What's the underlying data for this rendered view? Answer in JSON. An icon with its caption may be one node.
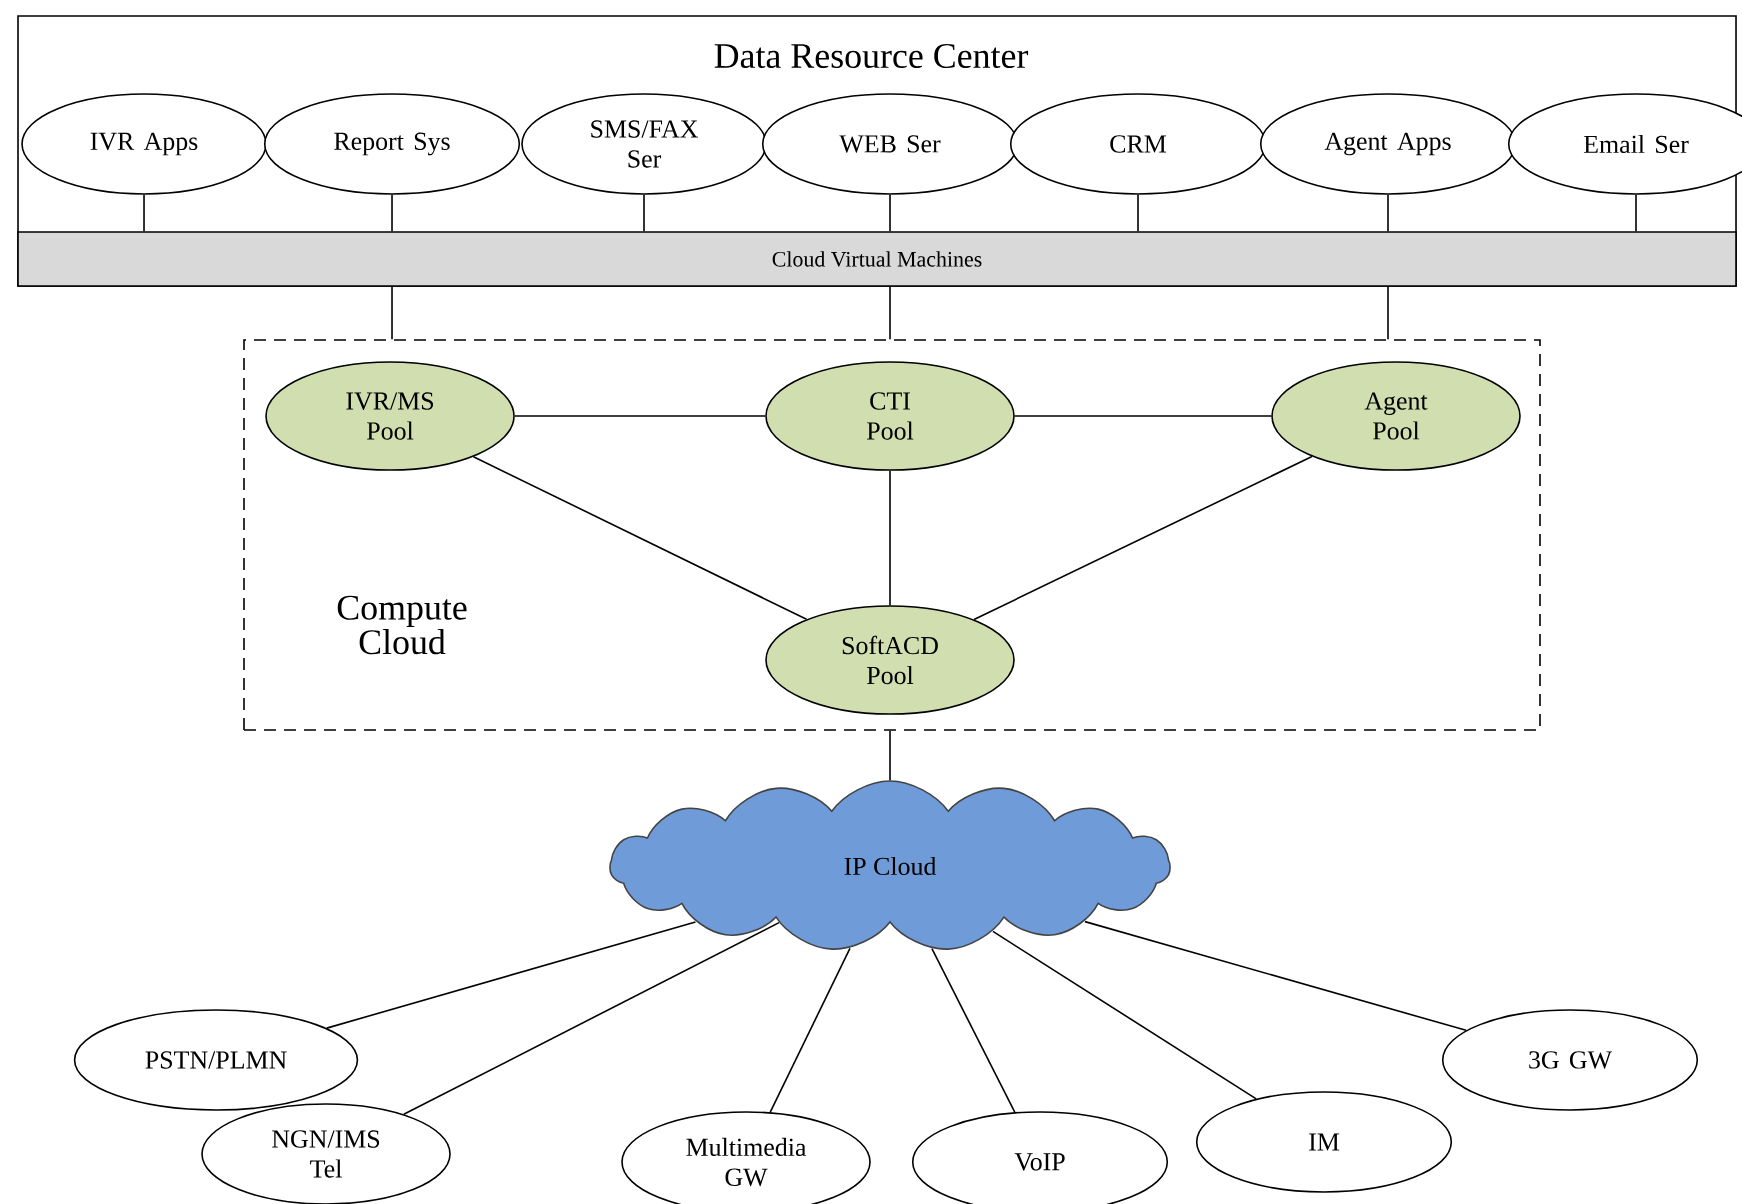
{
  "diagram": {
    "nodes": [
      {
        "text": [
          "Data Resource Center"
        ]
      },
      {
        "text": [
          "IVR Apps"
        ],
        "in": 0
      },
      {
        "text": [
          "Report Sys"
        ],
        "in": 0
      },
      {
        "text": [
          "SMS/FAX Ser"
        ],
        "in": 0
      },
      {
        "text": [
          "WEB Ser"
        ],
        "in": 0
      },
      {
        "text": [
          "CRM"
        ],
        "in": 0
      },
      {
        "text": [
          "Agent Apps"
        ],
        "in": 0
      },
      {
        "text": [
          "Email Ser"
        ],
        "in": 0
      },
      {
        "text": [
          "Cloud Virtual Machines"
        ],
        "in": 0
      },
      {
        "text": [
          "Compute Cloud"
        ]
      },
      {
        "text": [
          "IVR/MS Pool"
        ],
        "in": 9
      },
      {
        "text": [
          "CTI Pool"
        ],
        "in": 9
      },
      {
        "text": [
          "Agent Pool"
        ],
        "in": 9
      },
      {
        "text": [
          "SoftACD Pool"
        ],
        "in": 9
      },
      {
        "text": [
          "IP Cloud"
        ]
      },
      {
        "text": [
          "PSTN/PLMN"
        ]
      },
      {
        "text": [
          "NGN/IMS Tel"
        ]
      },
      {
        "text": [
          "Multimedia GW"
        ]
      },
      {
        "text": [
          "VoIP"
        ]
      },
      {
        "text": [
          "IM"
        ]
      },
      {
        "text": [
          "3G GW"
        ]
      }
    ],
    "edges": [
      {
        "from": 1,
        "to": 8,
        "arrow": "none"
      },
      {
        "from": 2,
        "to": 8,
        "arrow": "none"
      },
      {
        "from": 3,
        "to": 8,
        "arrow": "none"
      },
      {
        "from": 4,
        "to": 8,
        "arrow": "none"
      },
      {
        "from": 5,
        "to": 8,
        "arrow": "none"
      },
      {
        "from": 6,
        "to": 8,
        "arrow": "none"
      },
      {
        "from": 7,
        "to": 8,
        "arrow": "none"
      },
      {
        "from": 8,
        "to": 9,
        "arrow": "none"
      },
      {
        "from": 8,
        "to": 9,
        "arrow": "none"
      },
      {
        "from": 8,
        "to": 9,
        "arrow": "none"
      },
      {
        "from": 10,
        "to": 11,
        "arrow": "none"
      },
      {
        "from": 11,
        "to": 12,
        "arrow": "none"
      },
      {
        "from": 10,
        "to": 13,
        "arrow": "none"
      },
      {
        "from": 11,
        "to": 13,
        "arrow": "none"
      },
      {
        "from": 12,
        "to": 13,
        "arrow": "none"
      },
      {
        "from": 9,
        "to": 14,
        "arrow": "none"
      },
      {
        "from": 14,
        "to": 15,
        "arrow": "none"
      },
      {
        "from": 14,
        "to": 16,
        "arrow": "none"
      },
      {
        "from": 14,
        "to": 17,
        "arrow": "none"
      },
      {
        "from": 14,
        "to": 18,
        "arrow": "none"
      },
      {
        "from": 14,
        "to": 19,
        "arrow": "none"
      },
      {
        "from": 14,
        "to": 20,
        "arrow": "none"
      }
    ]
  }
}
